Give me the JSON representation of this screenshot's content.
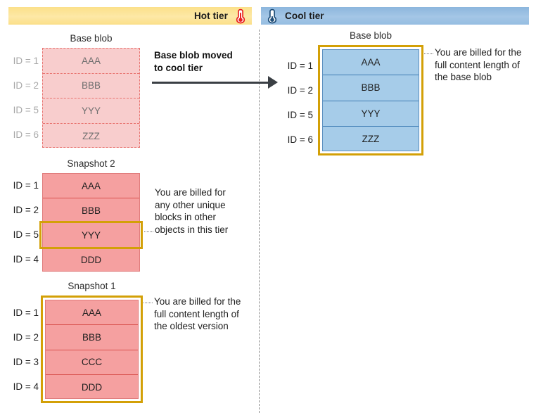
{
  "tiers": {
    "hot": {
      "label": "Hot tier",
      "icon": "thermometer-hot-icon",
      "bar_color": "#FBE08A",
      "icon_color": "#E8201F"
    },
    "cool": {
      "label": "Cool tier",
      "icon": "thermometer-cool-icon",
      "bar_color": "#A4C6E6",
      "icon_color": "#1F4E79"
    }
  },
  "colors": {
    "faded_pink_fill": "#F8CDCD",
    "faded_pink_border": "#E8736F",
    "solid_pink_fill": "#F5A0A0",
    "solid_pink_border": "#D9534F",
    "blue_fill": "#A6CCE9",
    "blue_border": "#3F7CB4",
    "gold_highlight": "#D3A007",
    "dim_text": "#A8A8A8",
    "text": "#1F1F1F"
  },
  "transition": {
    "label": "Base blob moved\nto cool tier",
    "label_line1": "Base blob moved",
    "label_line2": "to cool tier"
  },
  "hot_tier": {
    "base_blob": {
      "title": "Base blob",
      "state": "faded",
      "ids": [
        "ID = 1",
        "ID = 2",
        "ID = 5",
        "ID = 6"
      ],
      "blocks": [
        "AAA",
        "BBB",
        "YYY",
        "ZZZ"
      ]
    },
    "snapshot_2": {
      "title": "Snapshot 2",
      "ids": [
        "ID = 1",
        "ID = 2",
        "ID = 5",
        "ID = 4"
      ],
      "blocks": [
        "AAA",
        "BBB",
        "YYY",
        "DDD"
      ],
      "highlighted_row_index": 2,
      "callout": "You are billed for any other unique blocks in other objects in this tier",
      "callout_lines": [
        "You are billed for",
        "any other unique",
        "blocks in other",
        "objects in this tier"
      ]
    },
    "snapshot_1": {
      "title": "Snapshot 1",
      "ids": [
        "ID = 1",
        "ID = 2",
        "ID = 3",
        "ID = 4"
      ],
      "blocks": [
        "AAA",
        "BBB",
        "CCC",
        "DDD"
      ],
      "highlighted": true,
      "callout": "You are billed for the full content length of the oldest version",
      "callout_lines": [
        "You are billed for the",
        "full content length of",
        "the oldest version"
      ]
    }
  },
  "cool_tier": {
    "base_blob": {
      "title": "Base blob",
      "ids": [
        "ID = 1",
        "ID = 2",
        "ID = 5",
        "ID = 6"
      ],
      "blocks": [
        "AAA",
        "BBB",
        "YYY",
        "ZZZ"
      ],
      "highlighted": true,
      "callout": "You are billed for the full content length of the base blob",
      "callout_lines": [
        "You are billed for the",
        "full content length of",
        "the base blob"
      ]
    }
  }
}
